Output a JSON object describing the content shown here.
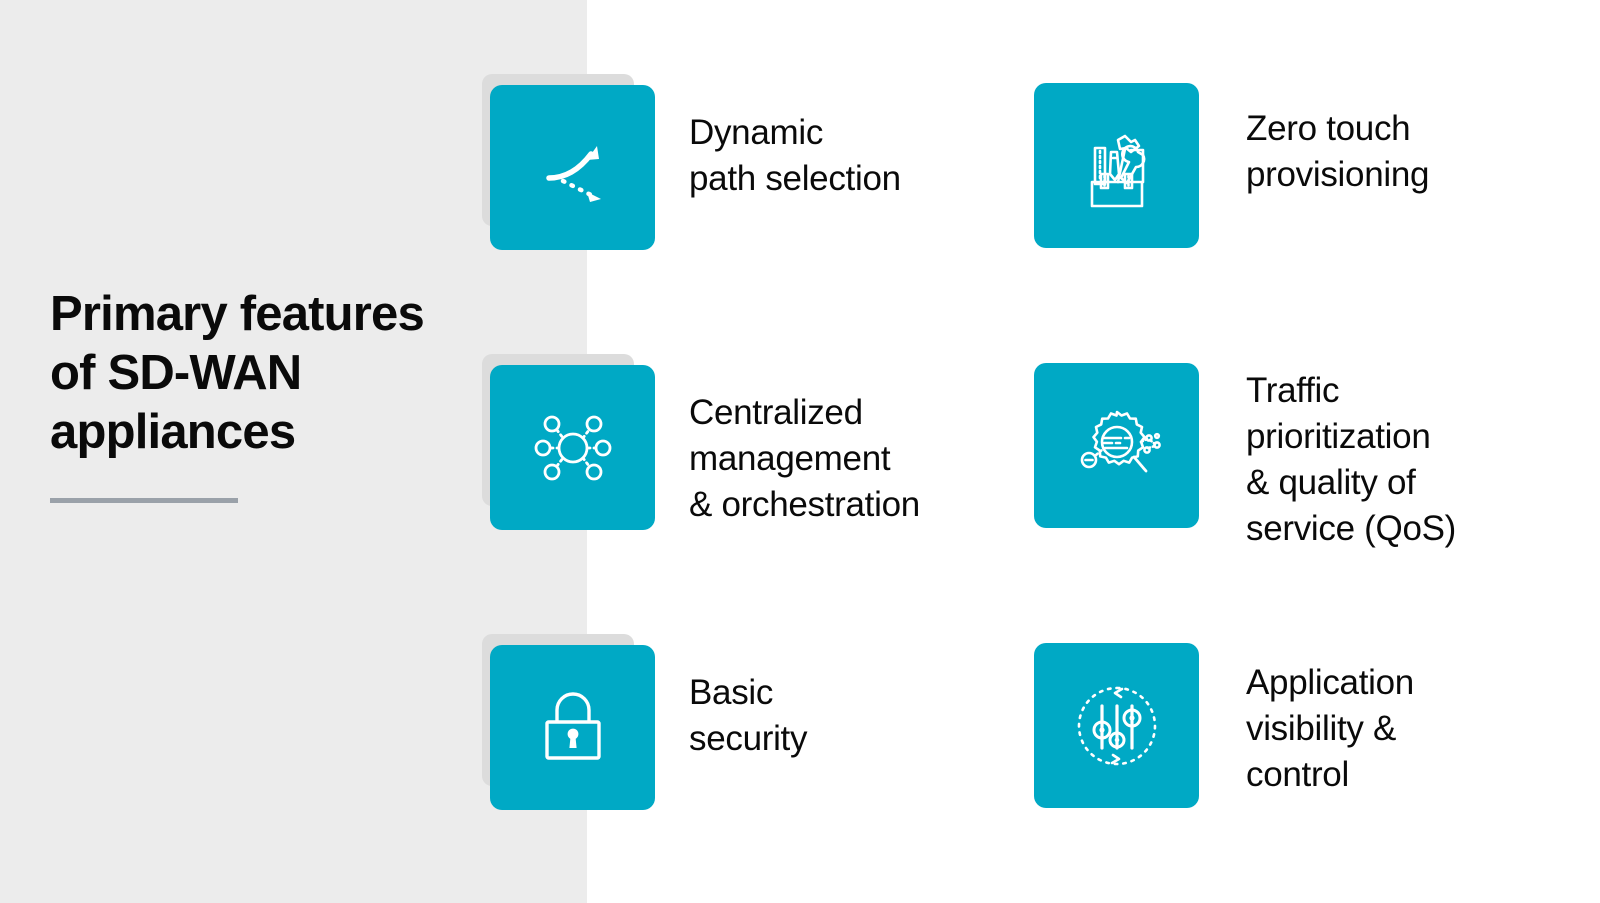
{
  "theme": {
    "accent_teal": "#00a9c5",
    "panel_gray": "#ececec",
    "shadow_gray": "#dcdcdc",
    "rule_gray": "#9aa1a9",
    "text_black": "#0a0a0a",
    "background_white": "#ffffff"
  },
  "title": {
    "text": "Primary\nfeatures of\nSD-WAN\nappliances"
  },
  "features": [
    {
      "id": "dynamic-path-selection",
      "label": "Dynamic\npath selection",
      "icon": "diverging-arrows-icon",
      "column": 1,
      "row": 1,
      "has_shadow_card": true
    },
    {
      "id": "zero-touch-provisioning",
      "label": "Zero touch\nprovisioning",
      "icon": "toolbox-icon",
      "column": 2,
      "row": 1,
      "has_shadow_card": false
    },
    {
      "id": "centralized-management-orchestration",
      "label": "Centralized\nmanagement\n& orchestration",
      "icon": "hub-network-icon",
      "column": 1,
      "row": 2,
      "has_shadow_card": true
    },
    {
      "id": "traffic-prioritization-qos",
      "label": "Traffic\nprioritization\n& quality of\nservice (QoS)",
      "icon": "gear-magnifier-nodes-icon",
      "column": 2,
      "row": 2,
      "has_shadow_card": false
    },
    {
      "id": "basic-security",
      "label": "Basic\nsecurity",
      "icon": "padlock-icon",
      "column": 1,
      "row": 3,
      "has_shadow_card": true
    },
    {
      "id": "application-visibility-control",
      "label": "Application\nvisibility &\ncontrol",
      "icon": "sliders-refresh-icon",
      "column": 2,
      "row": 3,
      "has_shadow_card": false
    }
  ]
}
